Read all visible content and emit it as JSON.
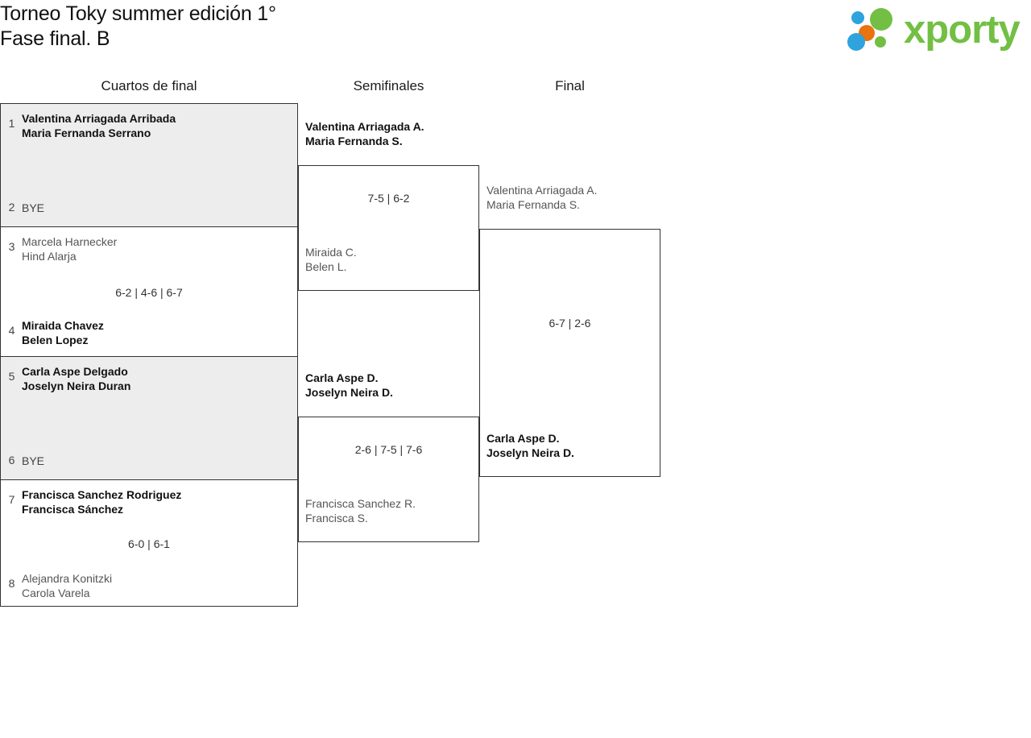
{
  "header": {
    "title_line1": "Torneo Toky summer edición 1°",
    "title_line2": "Fase final. B",
    "logo_text": "xporty",
    "colors": {
      "brand_green": "#72bf44",
      "brand_blue": "#2ea3dd",
      "brand_orange": "#e8730f",
      "shaded_row": "#ededed",
      "border": "#333333",
      "winner_text": "#111111",
      "loser_text": "#555555"
    }
  },
  "bracket": {
    "rounds": [
      {
        "label": "Cuartos de final"
      },
      {
        "label": "Semifinales"
      },
      {
        "label": "Final"
      }
    ],
    "round1": [
      {
        "shaded": true,
        "top": {
          "seed": "1",
          "line1": "Valentina Arriagada Arribada",
          "line2": "Maria Fernanda Serrano",
          "result": "winner"
        },
        "bottom": {
          "seed": "2",
          "line1": "BYE",
          "line2": "",
          "result": "bye"
        },
        "score": ""
      },
      {
        "shaded": false,
        "top": {
          "seed": "3",
          "line1": "Marcela Harnecker",
          "line2": "Hind Alarja",
          "result": "loser"
        },
        "bottom": {
          "seed": "4",
          "line1": "Miraida Chavez",
          "line2": "Belen Lopez",
          "result": "winner"
        },
        "score": "6-2 | 4-6 | 6-7"
      },
      {
        "shaded": true,
        "top": {
          "seed": "5",
          "line1": "Carla Aspe Delgado",
          "line2": "Joselyn Neira Duran",
          "result": "winner"
        },
        "bottom": {
          "seed": "6",
          "line1": "BYE",
          "line2": "",
          "result": "bye"
        },
        "score": ""
      },
      {
        "shaded": false,
        "top": {
          "seed": "7",
          "line1": "Francisca Sanchez Rodriguez",
          "line2": "Francisca Sánchez",
          "result": "winner"
        },
        "bottom": {
          "seed": "8",
          "line1": "Alejandra Konitzki",
          "line2": "Carola Varela",
          "result": "loser"
        },
        "score": "6-0 | 6-1"
      }
    ],
    "round2": [
      {
        "top": {
          "line1": "Valentina Arriagada A.",
          "line2": "Maria Fernanda S.",
          "result": "winner"
        },
        "bottom": {
          "line1": "Miraida C.",
          "line2": "Belen L.",
          "result": "loser"
        },
        "score": "7-5 | 6-2"
      },
      {
        "top": {
          "line1": "Carla Aspe D.",
          "line2": "Joselyn Neira D.",
          "result": "winner"
        },
        "bottom": {
          "line1": "Francisca Sanchez R.",
          "line2": "Francisca S.",
          "result": "loser"
        },
        "score": "2-6 | 7-5 | 7-6"
      }
    ],
    "round3": [
      {
        "top": {
          "line1": "Valentina Arriagada A.",
          "line2": "Maria Fernanda S.",
          "result": "loser"
        },
        "bottom": {
          "line1": "Carla Aspe D.",
          "line2": "Joselyn Neira D.",
          "result": "winner"
        },
        "score": "6-7 | 2-6"
      }
    ]
  }
}
